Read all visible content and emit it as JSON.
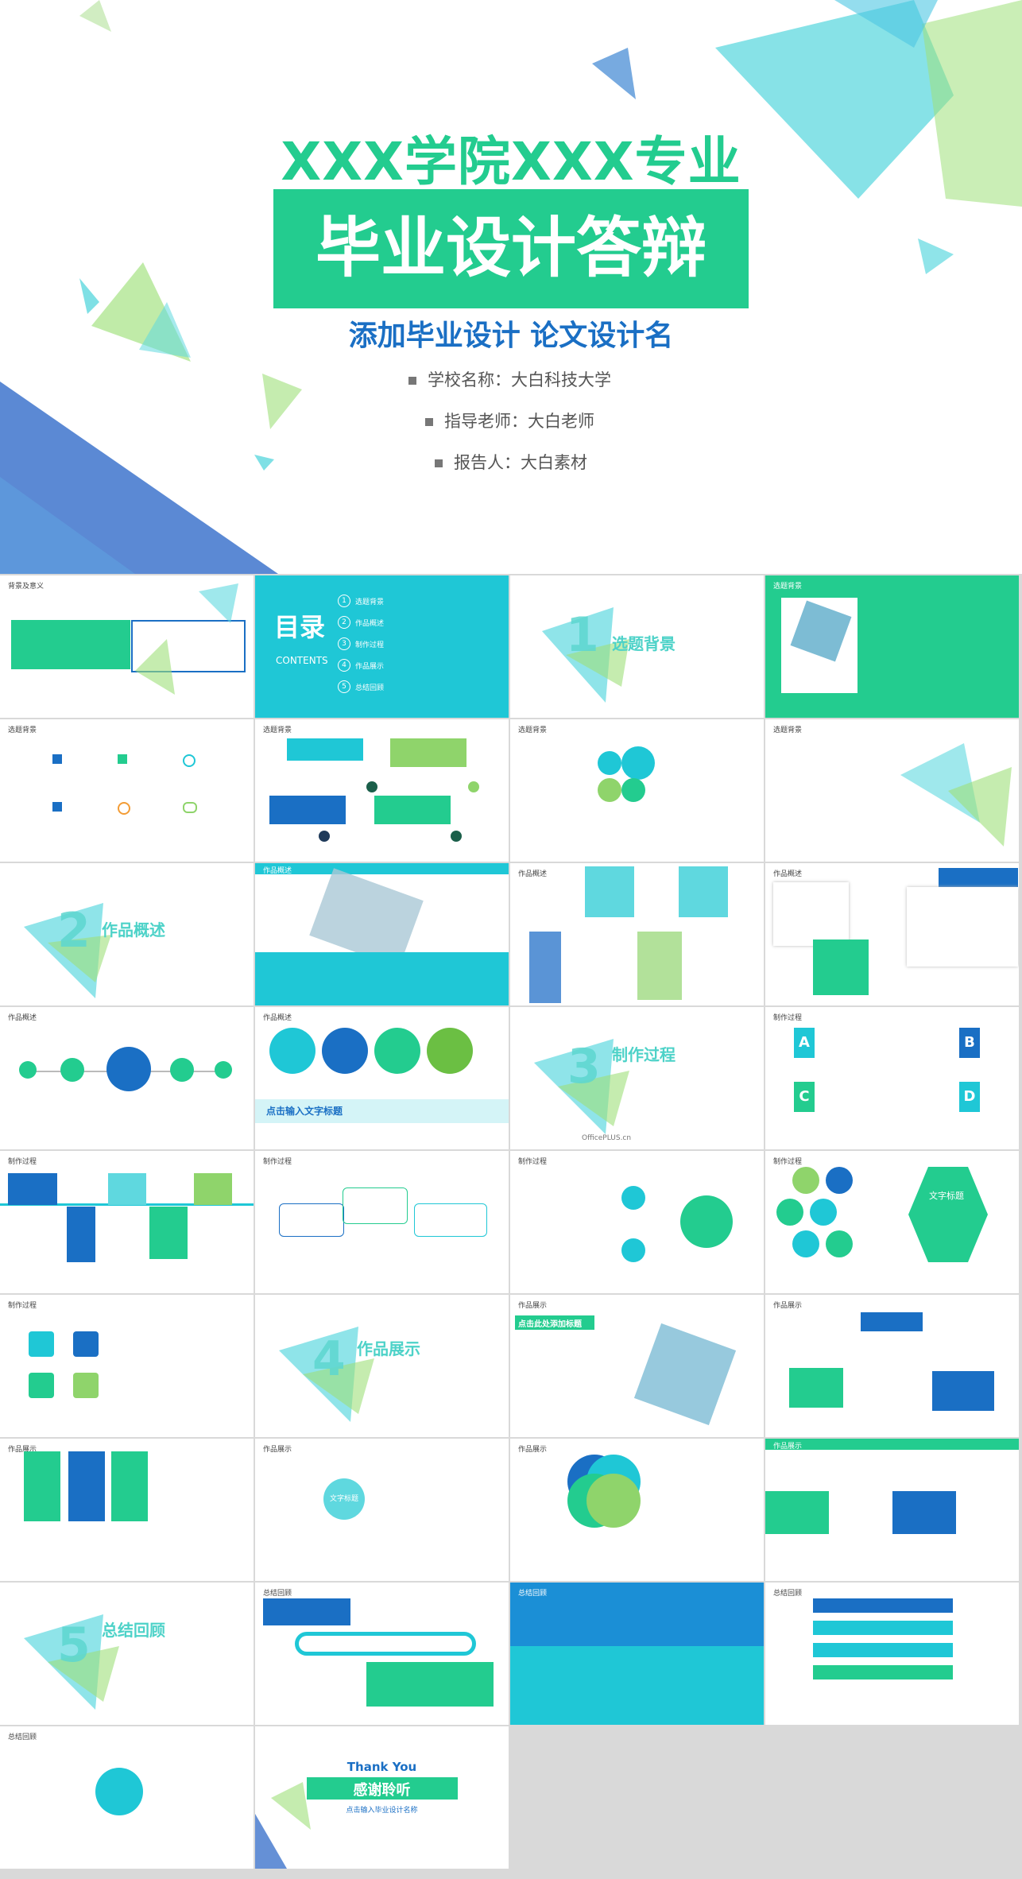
{
  "cover": {
    "title_line1": "XXX学院XXX专业",
    "title_line2": "毕业设计答辩",
    "subtitle": "添加毕业设计 论文设计名",
    "school": "学校名称：大白科技大学",
    "advisor": "指导老师：大白老师",
    "reporter": "报告人：大白素材"
  },
  "slides": {
    "s1_title": "背景及意义",
    "s2_title": "目录",
    "s2_sub": "CONTENTS",
    "s3_label": "选题背景",
    "s3_num": "1",
    "s4_title": "选题背景",
    "s5_title": "选题背景",
    "s6_title": "选题背景",
    "s7_title": "选题背景",
    "s8_title": "选题背景",
    "s9_label": "作品概述",
    "s9_num": "2",
    "s10_title": "作品概述",
    "s11_title": "作品概述",
    "s12_title": "作品概述",
    "s13_title": "作品概述",
    "s14_title": "作品概述",
    "s14_caption": "点击输入文字标题",
    "s15_label": "制作过程",
    "s15_num": "3",
    "s15_brand": "OfficePLUS.cn",
    "s16_title": "制作过程",
    "s17_title": "制作过程",
    "s18_title": "制作过程",
    "s19_title": "制作过程",
    "s20_title": "制作过程",
    "s20_hex_label": "文字标题",
    "s21_title": "制作过程",
    "s22_label": "作品展示",
    "s22_num": "4",
    "s23_title": "作品展示",
    "s23_heading": "点击此处添加标题",
    "s24_title": "作品展示",
    "s25_title": "作品展示",
    "s26_title": "作品展示",
    "s26_center": "文字标题",
    "s27_title": "作品展示",
    "s28_title": "作品展示",
    "s29_label": "总结回顾",
    "s29_num": "5",
    "s30_title": "总结回顾",
    "s31_title": "总结回顾",
    "s32_title": "总结回顾",
    "s33_title": "总结回顾",
    "s34_thanks_en": "Thank You",
    "s34_thanks_cn": "感谢聆听",
    "s34_sub": "点击输入毕业设计名称"
  },
  "toc_items": [
    "选题背景",
    "作品概述",
    "制作过程",
    "作品展示",
    "总结回顾"
  ],
  "abcd": [
    "A",
    "B",
    "C",
    "D"
  ],
  "colors": {
    "green": "#23cc8f",
    "teal": "#1fc7d6",
    "blue": "#1a6fc4",
    "light_green": "#8fd46b"
  }
}
